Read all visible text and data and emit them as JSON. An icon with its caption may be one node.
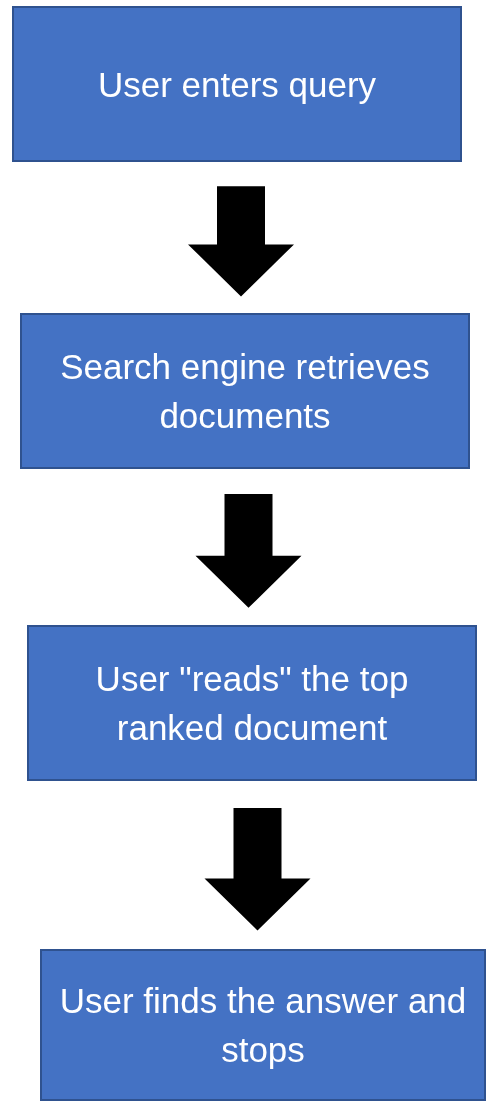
{
  "diagram": {
    "nodes": [
      {
        "text": [
          "User enters query"
        ]
      },
      {
        "text": [
          "Search engine retrieves documents"
        ]
      },
      {
        "text": [
          "User \"reads\" the top ranked document"
        ]
      },
      {
        "text": [
          "User finds the answer and stops"
        ]
      }
    ],
    "edges": [
      {
        "from": 0,
        "to": 1,
        "arrow": "to"
      },
      {
        "from": 1,
        "to": 2,
        "arrow": "to"
      },
      {
        "from": 2,
        "to": 3,
        "arrow": "to"
      }
    ]
  }
}
